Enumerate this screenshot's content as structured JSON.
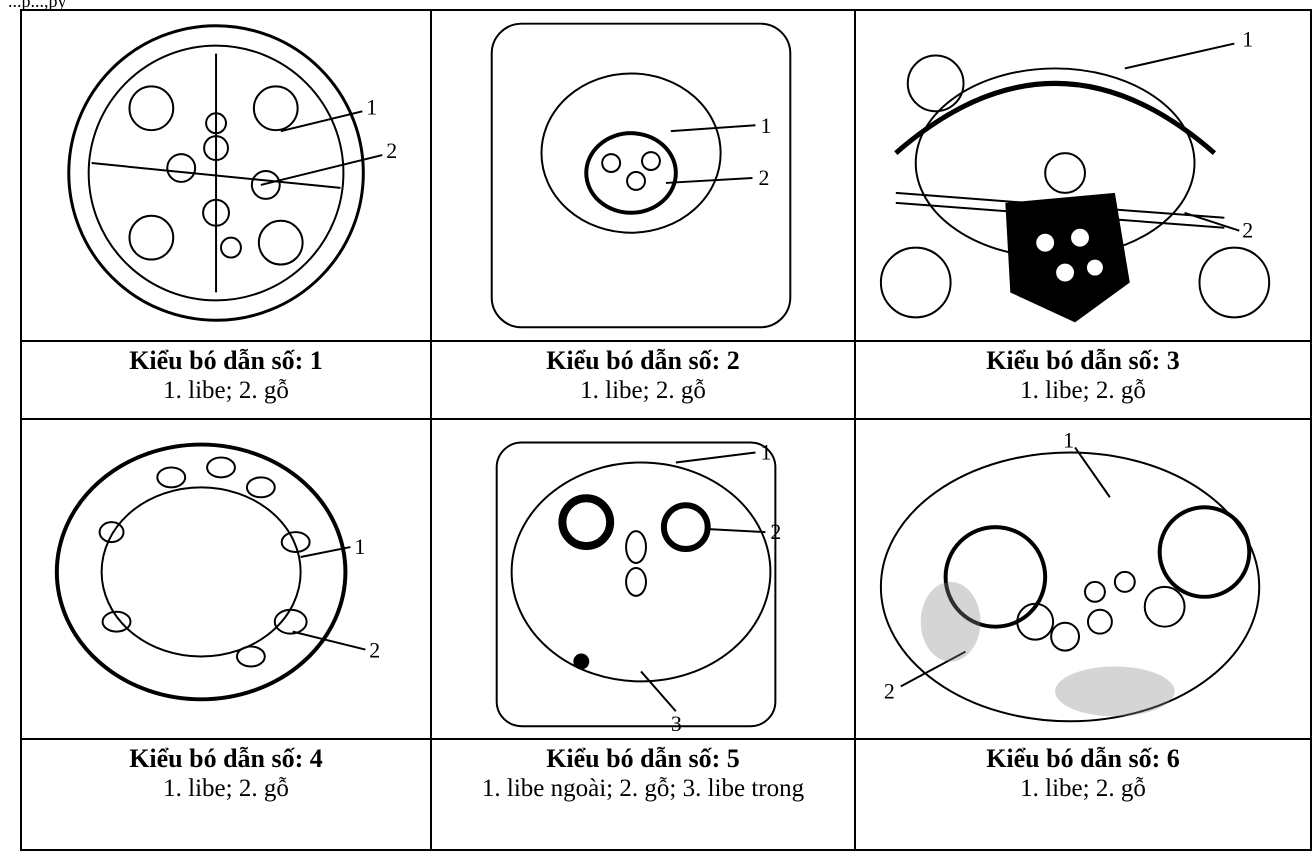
{
  "page": {
    "top_fragment": "...p...,py"
  },
  "cells": [
    {
      "title": "Kiểu bó dẫn số: 1",
      "desc": "1. libe; 2. gỗ",
      "callouts": [
        "1",
        "2"
      ],
      "icon": "radial-vascular-bundle-diagram"
    },
    {
      "title": "Kiểu bó dẫn số: 2",
      "desc": "1. libe; 2. gỗ",
      "callouts": [
        "1",
        "2"
      ],
      "icon": "concentric-vascular-bundle-diagram"
    },
    {
      "title": "Kiểu bó dẫn số: 3",
      "desc": "1. libe; 2. gỗ",
      "callouts": [
        "1",
        "2"
      ],
      "icon": "collateral-open-bundle-diagram"
    },
    {
      "title": "Kiểu bó dẫn số: 4",
      "desc": "1. libe; 2. gỗ",
      "callouts": [
        "1",
        "2"
      ],
      "icon": "amphivasal-bundle-diagram"
    },
    {
      "title": "Kiểu bó dẫn số: 5",
      "desc": "1. libe ngoài; 2. gỗ; 3. libe trong",
      "callouts": [
        "1",
        "2",
        "3"
      ],
      "icon": "bicollateral-bundle-diagram"
    },
    {
      "title": "Kiểu bó dẫn số: 6",
      "desc": "1. libe; 2. gỗ",
      "callouts": [
        "1",
        "2"
      ],
      "icon": "collateral-closed-bundle-diagram"
    }
  ]
}
